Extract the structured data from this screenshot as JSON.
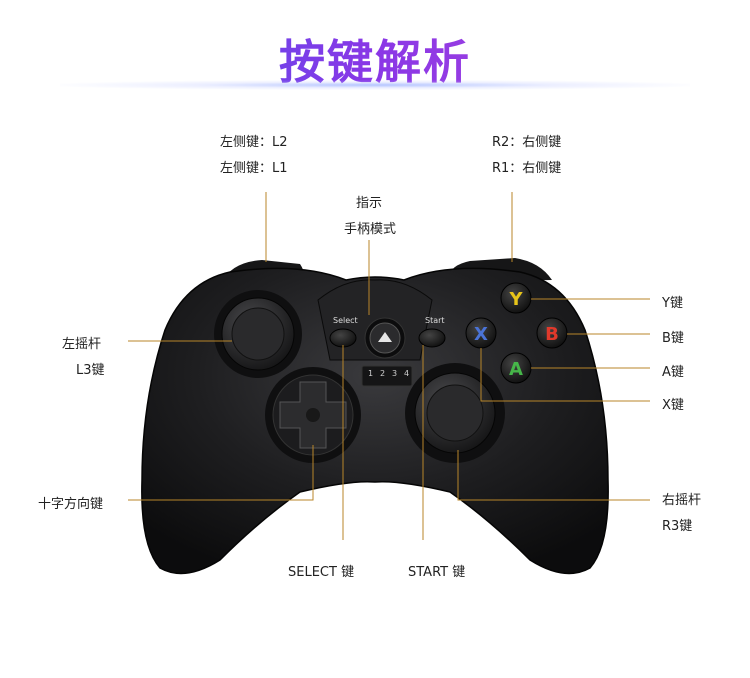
{
  "title": "按键解析",
  "labels": {
    "l2": "左侧键：L2",
    "l1": "左侧键：L1",
    "r2": "R2：右侧键",
    "r1": "R1：右侧键",
    "indicator_1": "指示",
    "indicator_2": "手柄模式",
    "left_stick_1": "左摇杆",
    "left_stick_2": "L3键",
    "dpad": "十字方向键",
    "select_key": "SELECT  键",
    "start_key": "START  键",
    "y_key": "Y键",
    "b_key": "B键",
    "a_key": "A键",
    "x_key": "X键",
    "right_stick_1": "右摇杆",
    "right_stick_2": "R3键"
  },
  "controller": {
    "select_print": "Select",
    "start_print": "Start",
    "led_numbers": [
      "1",
      "2",
      "3",
      "4"
    ],
    "buttons": {
      "y": "Y",
      "b": "B",
      "x": "X",
      "a": "A"
    }
  },
  "colors": {
    "leader": "#b8862a",
    "body": "#1c1c1e",
    "y": "#e8c51a",
    "b": "#e0392b",
    "x": "#4a73d6",
    "a": "#46b649"
  }
}
